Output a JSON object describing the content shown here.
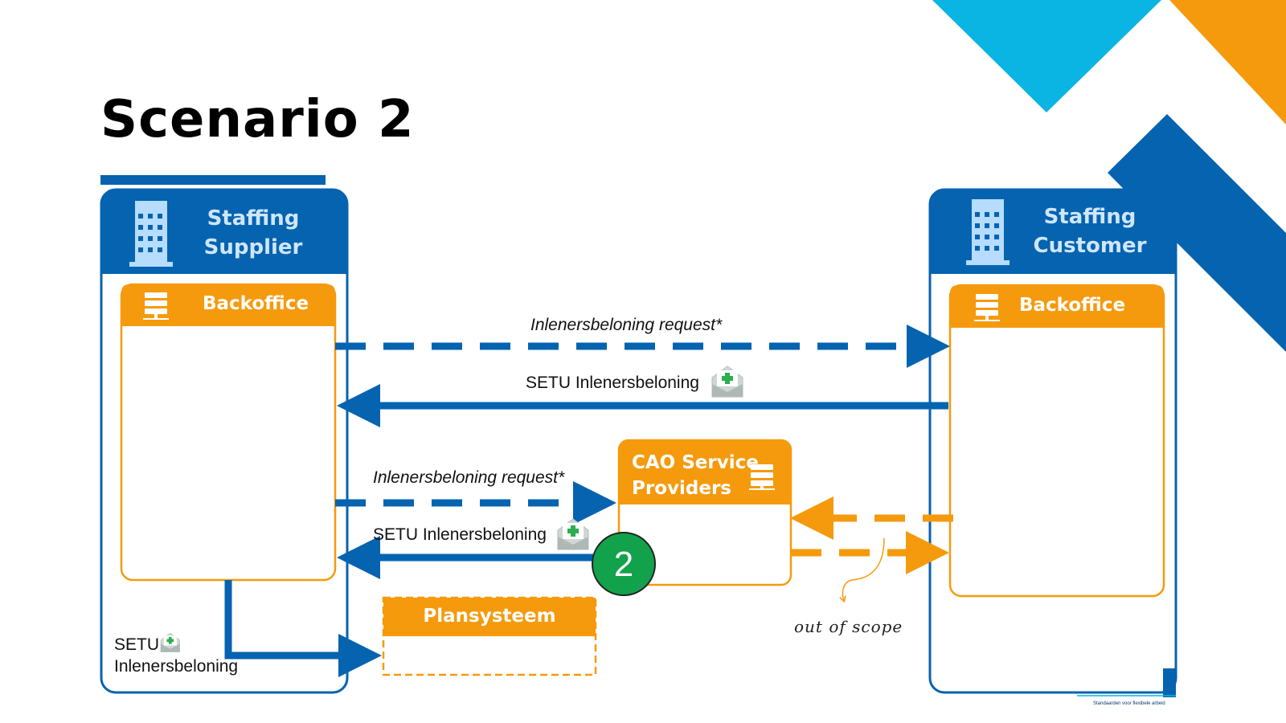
{
  "title": "Scenario 2",
  "supplier": {
    "title_line1": "Staffing",
    "title_line2": "Supplier",
    "backoffice_label": "Backoffice"
  },
  "customer": {
    "title_line1": "Staffing",
    "title_line2": "Customer",
    "backoffice_label": "Backoffice"
  },
  "cao": {
    "title_line1": "CAO Service",
    "title_line2": "Providers"
  },
  "plansysteem": {
    "label": "Plansysteem"
  },
  "messages": {
    "request_top": "Inlenersbeloning request*",
    "response_top": "SETU Inlenersbeloning",
    "request_mid": "Inlenersbeloning request*",
    "response_mid": "SETU Inlenersbeloning",
    "plansysteem_line1": "SETU",
    "plansysteem_line2": "Inlenersbeloning"
  },
  "step_badge": "2",
  "out_of_scope": "out of scope",
  "footer": "Standaarden voor flexibele arbeid",
  "colors": {
    "blue": "#0563b0",
    "orange": "#f59a0d",
    "light_blue": "#0ab4e3",
    "green": "#12a24b",
    "building": "#b6dcff"
  }
}
